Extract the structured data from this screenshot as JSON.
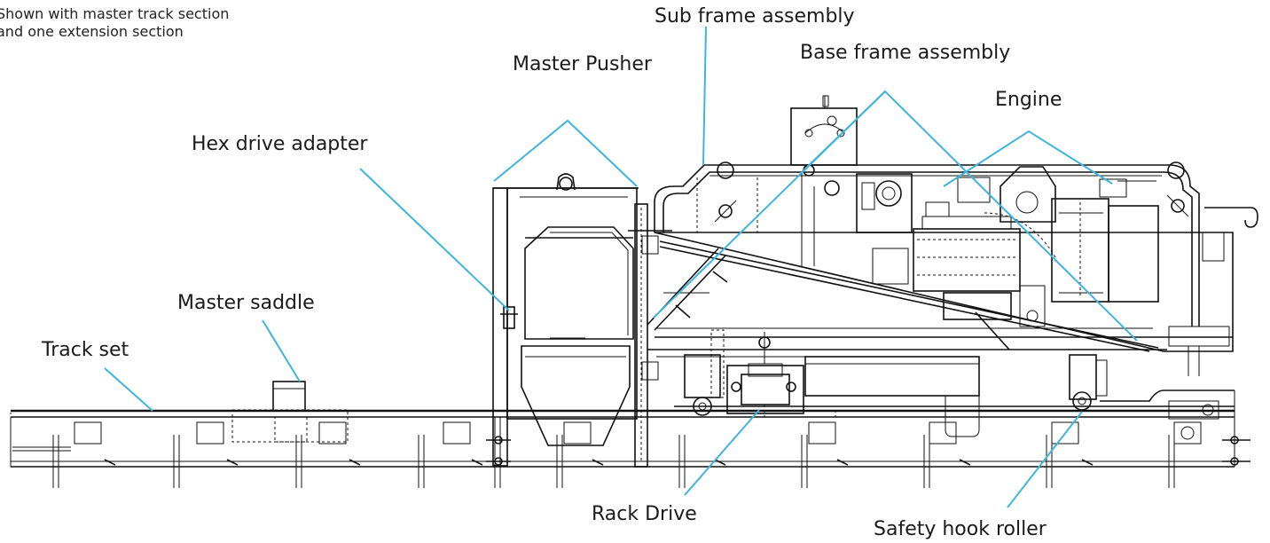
{
  "note": {
    "line1": "Shown with master track section",
    "line2": "and one extension section"
  },
  "labels": {
    "sub_frame": "Sub frame assembly",
    "master_pusher": "Master Pusher",
    "base_frame": "Base frame assembly",
    "engine": "Engine",
    "hex_drive": "Hex drive adapter",
    "master_saddle": "Master saddle",
    "track_set": "Track set",
    "rack_drive": "Rack Drive",
    "safety_hook": "Safety hook roller"
  },
  "colors": {
    "callout": "#3fb4dc",
    "linework": "#111111"
  }
}
